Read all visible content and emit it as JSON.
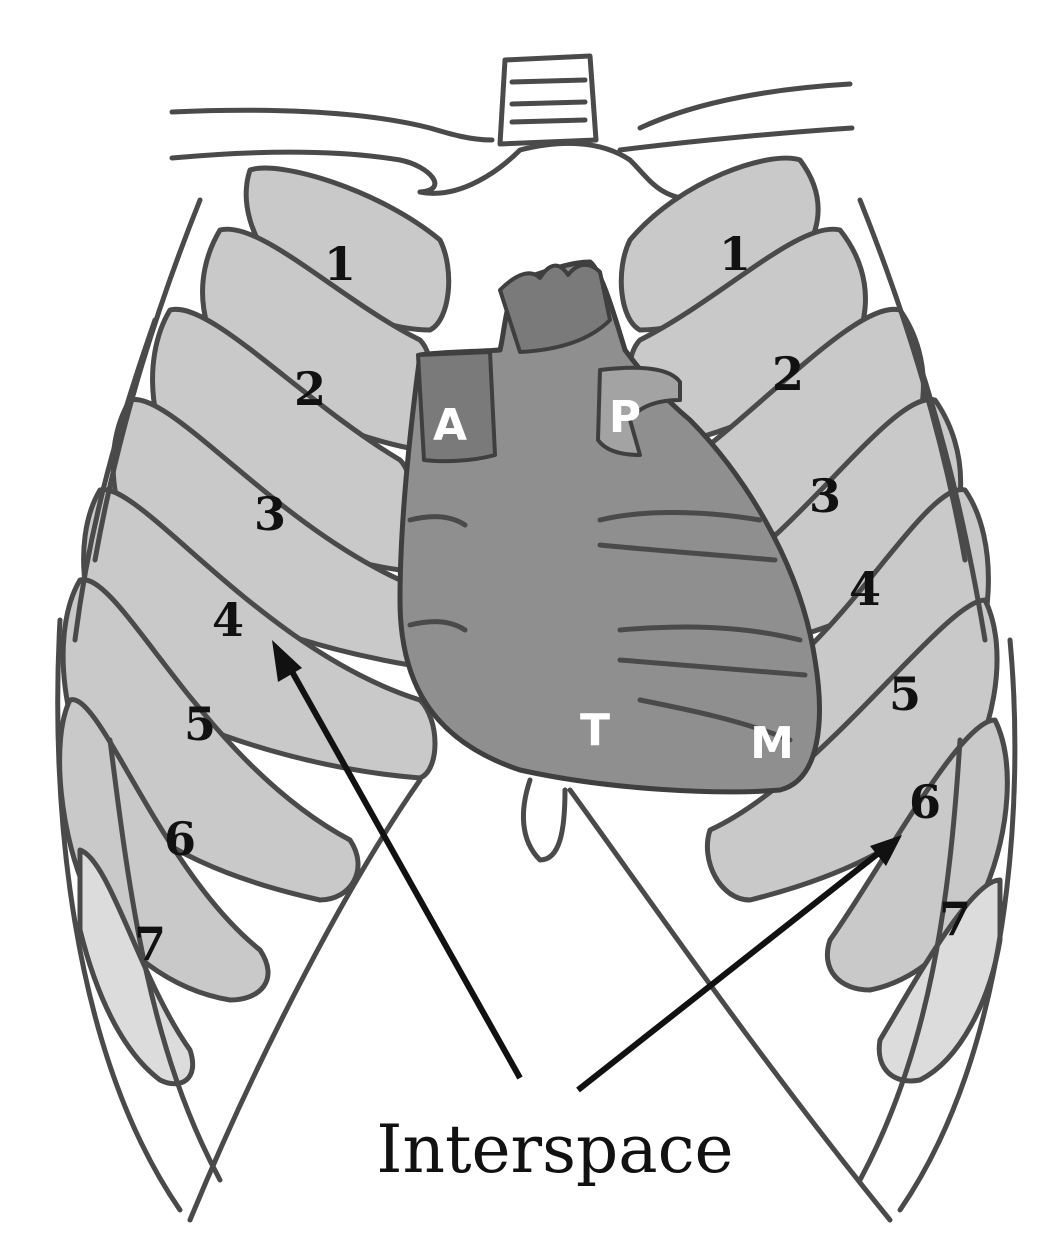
{
  "rib_labels_right_side_of_image": [
    "1",
    "2",
    "3",
    "4",
    "5",
    "6",
    "7"
  ],
  "rib_labels_left_side_of_image": [
    "1",
    "2",
    "3",
    "4",
    "5",
    "6",
    "7"
  ],
  "auscultation_areas": [
    "A",
    "P",
    "T",
    "M"
  ],
  "caption": "Interspace",
  "colors": {
    "rib_fill": "#c9c9c9",
    "heart_fill": "#8f8f8f",
    "outline": "#4a4a4a",
    "text": "#111111"
  }
}
